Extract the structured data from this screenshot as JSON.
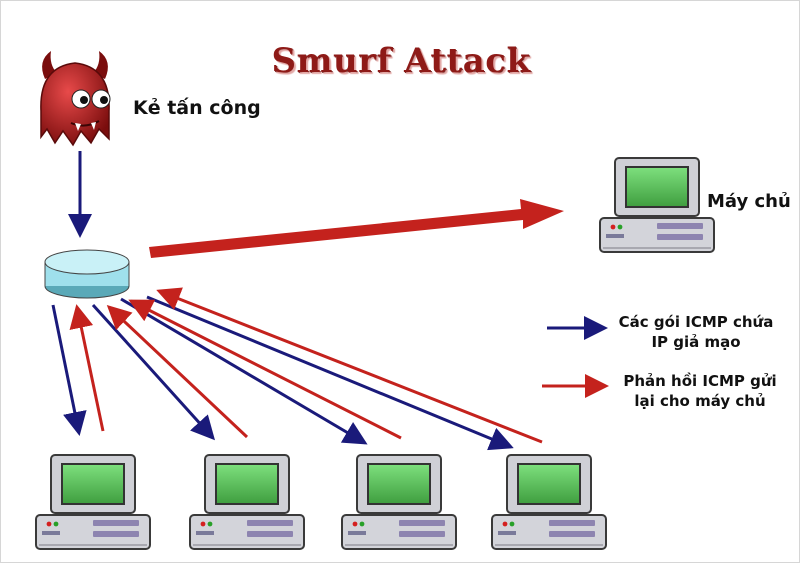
{
  "title": "Smurf Attack",
  "attacker": {
    "label": "Kẻ tấn công",
    "icon": "devil-icon"
  },
  "server": {
    "label": "Máy chủ",
    "icon": "computer-icon"
  },
  "router": {
    "icon": "router-icon"
  },
  "hosts": [
    {
      "icon": "computer-icon"
    },
    {
      "icon": "computer-icon"
    },
    {
      "icon": "computer-icon"
    },
    {
      "icon": "computer-icon"
    }
  ],
  "legend": {
    "spoofed": {
      "line1": "Các gói ICMP chứa",
      "line2": "IP giả mạo",
      "color": "#1a1a7a"
    },
    "reply": {
      "line1": "Phản hồi ICMP gửi",
      "line2": "lại cho máy chủ",
      "color": "#c4221d"
    }
  },
  "colors": {
    "title": "#8e1a17",
    "spoofed_arrow": "#1a1a7a",
    "reply_arrow": "#c4221d",
    "router": "#9fe0ec"
  }
}
